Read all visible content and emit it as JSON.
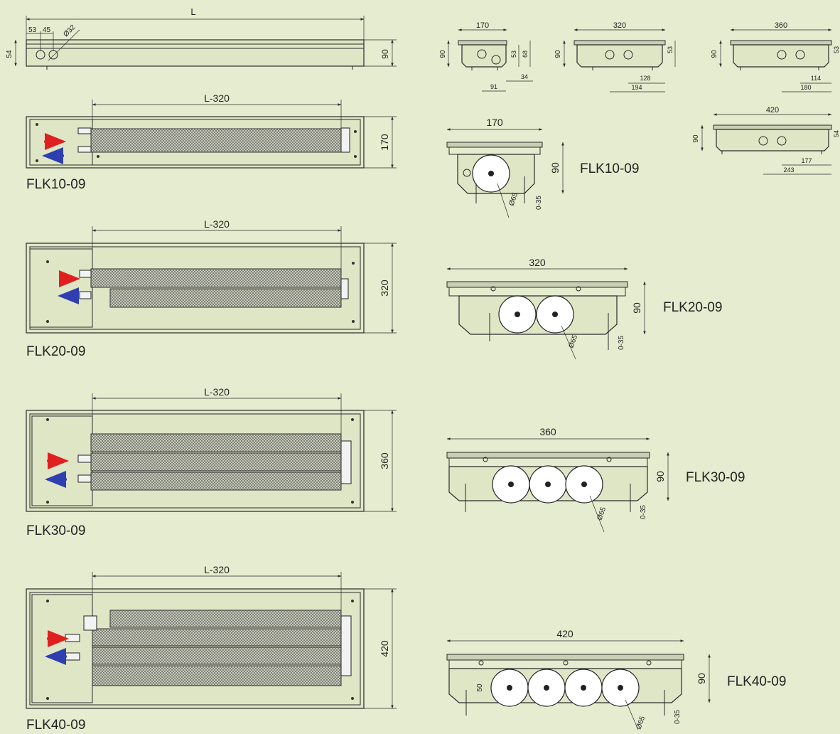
{
  "colors": {
    "background": "#e6eccf",
    "line": "#2a2a2a",
    "supply_arrow": "#e02020",
    "return_arrow": "#2f3fb0"
  },
  "top_profile": {
    "length_label": "L",
    "dim_53": "53",
    "dim_45": "45",
    "dim_pipe": "Ø32",
    "dim_54": "54",
    "dim_90": "90"
  },
  "plan_views": [
    {
      "model": "FLK10-09",
      "coil_length": "L-320",
      "width": "170"
    },
    {
      "model": "FLK20-09",
      "coil_length": "L-320",
      "width": "320"
    },
    {
      "model": "FLK30-09",
      "coil_length": "L-320",
      "width": "360"
    },
    {
      "model": "FLK40-09",
      "coil_length": "L-320",
      "width": "420"
    }
  ],
  "section_views": [
    {
      "model": "FLK10-09",
      "width": "170",
      "height": "90",
      "fan": "Ø65",
      "adjust": "0-35"
    },
    {
      "model": "FLK20-09",
      "width": "320",
      "height": "90",
      "fan": "Ø65",
      "adjust": "0-35"
    },
    {
      "model": "FLK30-09",
      "width": "360",
      "height": "90",
      "fan": "Ø65",
      "adjust": "0-35"
    },
    {
      "model": "FLK40-09",
      "width": "420",
      "height": "90",
      "fan": "Ø65",
      "adjust": "0-35",
      "fan_height": "50"
    }
  ],
  "end_views": [
    {
      "width": "170",
      "height": "90",
      "dims": [
        "53",
        "68",
        "34",
        "91"
      ]
    },
    {
      "width": "320",
      "height": "90",
      "dims": [
        "53",
        "128",
        "194"
      ]
    },
    {
      "width": "360",
      "height": "90",
      "dims": [
        "53",
        "114",
        "180"
      ]
    },
    {
      "width": "420",
      "height": "90",
      "dims": [
        "54",
        "177",
        "243"
      ]
    }
  ]
}
